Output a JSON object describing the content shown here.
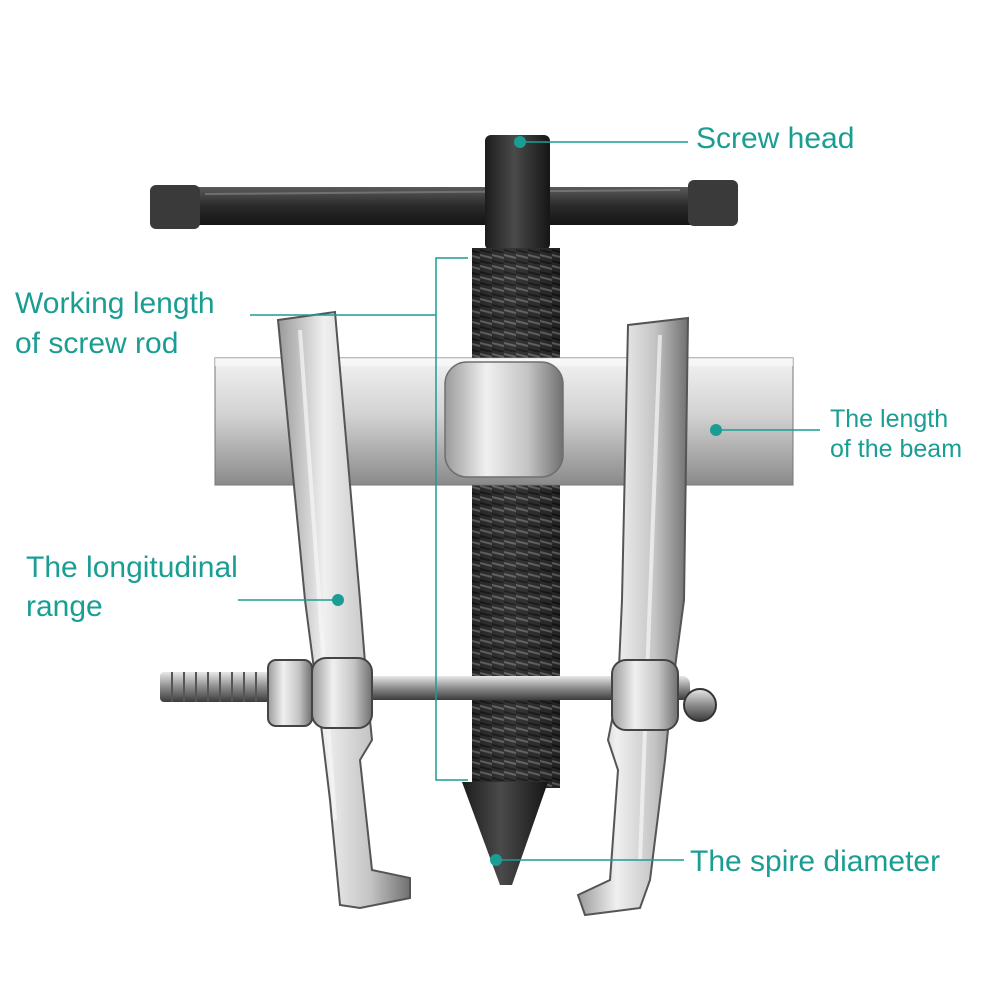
{
  "colors": {
    "accent": "#1a9e93",
    "label_text": "#1a9e93",
    "steel_light": "#e3e3e3",
    "steel_mid": "#b4b4b4",
    "steel_dark": "#5f5f5f",
    "screw_dark": "#262626",
    "background": "#ffffff"
  },
  "icons": {
    "callout_marker": "filled-circle-dot"
  },
  "labels": {
    "screw_head": "Screw head",
    "working_length": {
      "line1": "Working length",
      "line2": "of screw rod"
    },
    "beam_length": {
      "line1": "The length",
      "line2": "of the beam"
    },
    "longitudinal_range": {
      "line1": "The longitudinal",
      "line2": "range"
    },
    "spire_diameter": "The spire diameter"
  }
}
